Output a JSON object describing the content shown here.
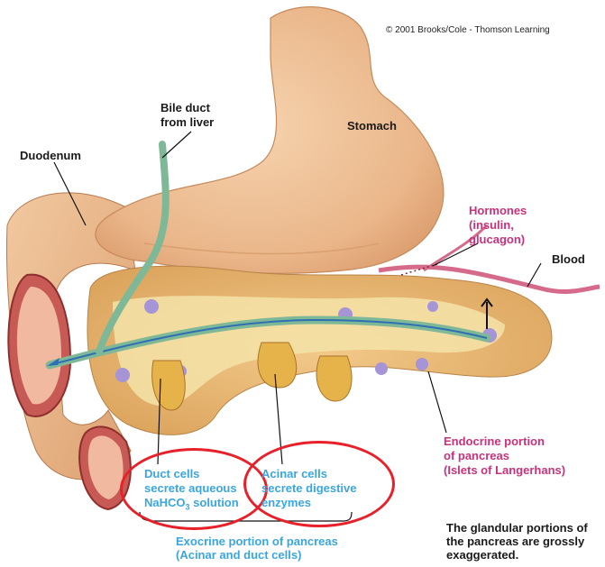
{
  "copyright": "© 2001 Brooks/Cole - Thomson Learning",
  "labels": {
    "bile_duct": [
      "Bile duct",
      "from liver"
    ],
    "stomach": "Stomach",
    "duodenum": "Duodenum",
    "hormones": [
      "Hormones",
      "(insulin,",
      "glucagon)"
    ],
    "blood": "Blood",
    "endocrine": [
      "Endocrine portion",
      "of pancreas",
      "(Islets of Langerhans)"
    ],
    "duct_cells": [
      "Duct cells",
      "secrete aqueous",
      "NaHCO",
      "3",
      " solution"
    ],
    "acinar_cells": [
      "Acinar cells",
      "secrete digestive",
      "enzymes"
    ],
    "exocrine": [
      "Exocrine portion of pancreas",
      "(Acinar and duct cells)"
    ],
    "note": [
      "The glandular portions of",
      "the pancreas are grossly",
      "exaggerated."
    ]
  },
  "colors": {
    "label_black": "#1a1a1a",
    "label_pink": "#c8327c",
    "label_blue": "#3aa6e0",
    "highlight_circle": "#e8202a"
  }
}
